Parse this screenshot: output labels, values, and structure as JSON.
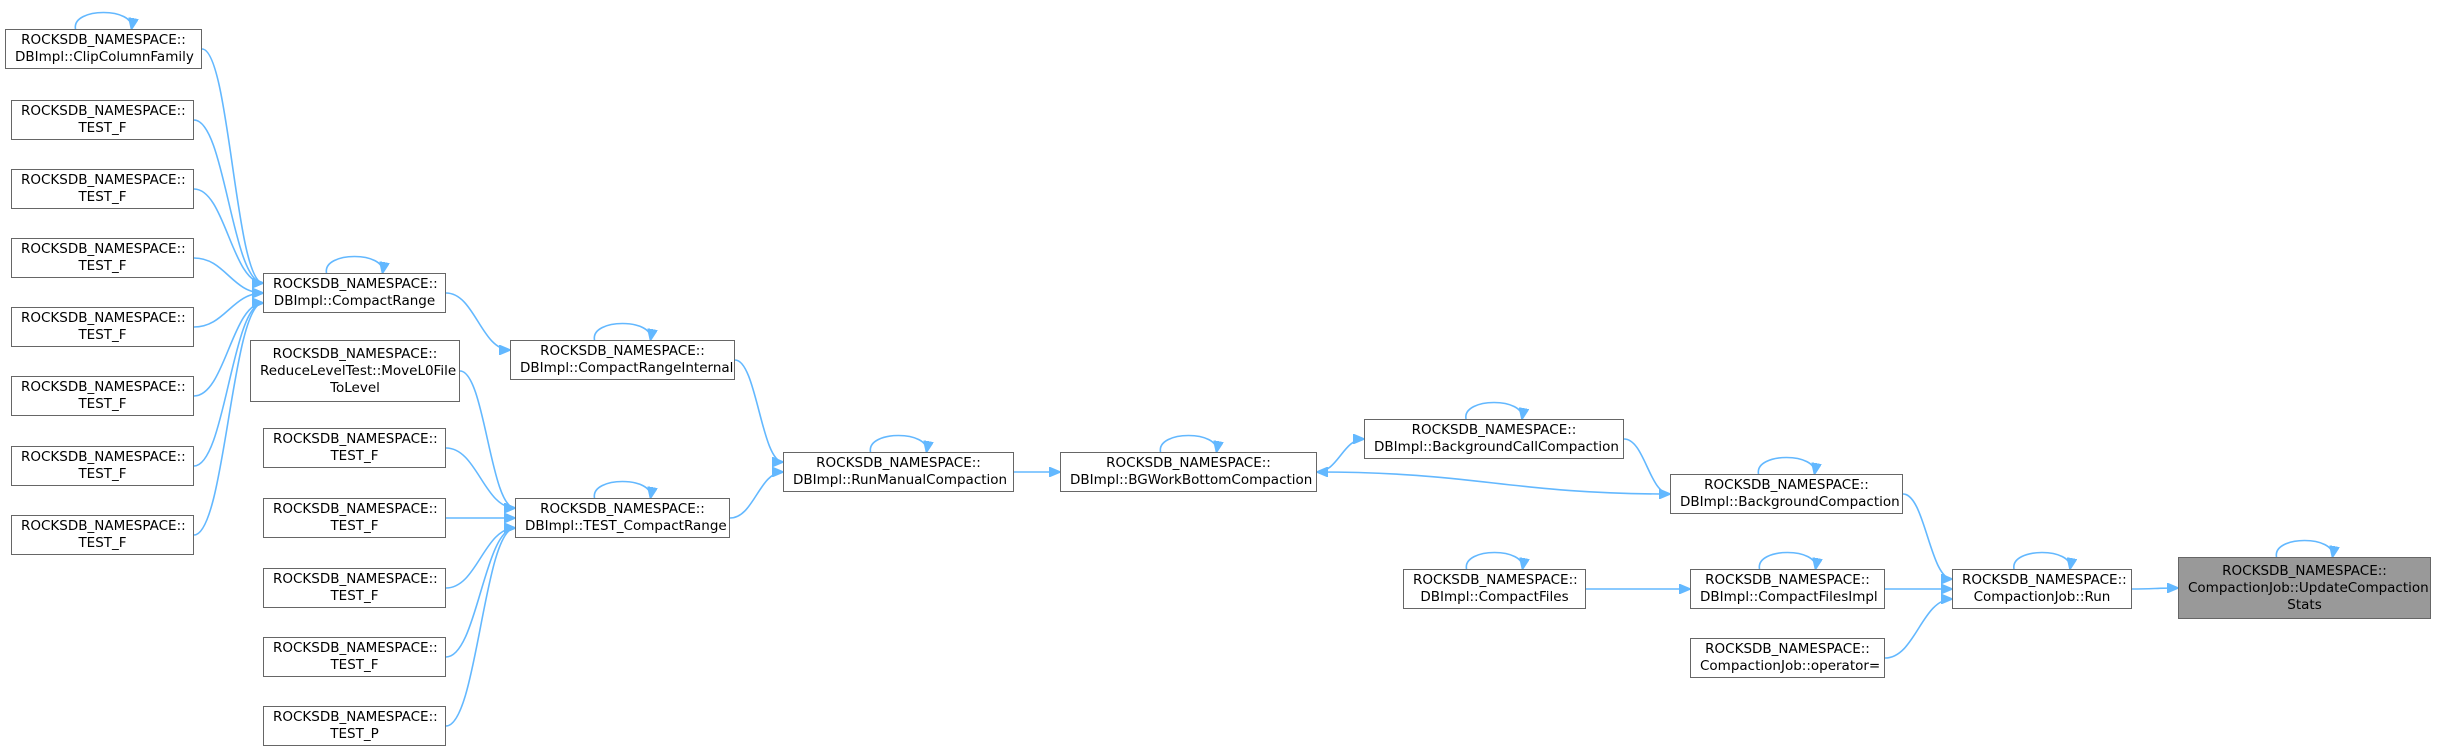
{
  "diagram": {
    "edge_color": "#63b8ff",
    "root_fill": "#999999",
    "border_color": "#666666",
    "nodes": {
      "root": {
        "lines": [
          "ROCKSDB_NAMESPACE::",
          "CompactionJob::UpdateCompaction",
          "Stats"
        ]
      },
      "run": {
        "lines": [
          "ROCKSDB_NAMESPACE::",
          "CompactionJob::Run"
        ]
      },
      "bgc": {
        "lines": [
          "ROCKSDB_NAMESPACE::",
          "DBImpl::BackgroundCompaction"
        ]
      },
      "cfi": {
        "lines": [
          "ROCKSDB_NAMESPACE::",
          "DBImpl::CompactFilesImpl"
        ]
      },
      "opeq": {
        "lines": [
          "ROCKSDB_NAMESPACE::",
          "CompactionJob::operator="
        ]
      },
      "bgcc": {
        "lines": [
          "ROCKSDB_NAMESPACE::",
          "DBImpl::BackgroundCallCompaction"
        ]
      },
      "bgwb": {
        "lines": [
          "ROCKSDB_NAMESPACE::",
          "DBImpl::BGWorkBottomCompaction"
        ]
      },
      "cf": {
        "lines": [
          "ROCKSDB_NAMESPACE::",
          "DBImpl::CompactFiles"
        ]
      },
      "rmc": {
        "lines": [
          "ROCKSDB_NAMESPACE::",
          "DBImpl::RunManualCompaction"
        ]
      },
      "cri": {
        "lines": [
          "ROCKSDB_NAMESPACE::",
          "DBImpl::CompactRangeInternal"
        ]
      },
      "tcr": {
        "lines": [
          "ROCKSDB_NAMESPACE::",
          "DBImpl::TEST_CompactRange"
        ]
      },
      "cr": {
        "lines": [
          "ROCKSDB_NAMESPACE::",
          "DBImpl::CompactRange"
        ]
      },
      "rlt": {
        "lines": [
          "ROCKSDB_NAMESPACE::",
          "ReduceLevelTest::MoveL0File",
          "ToLevel"
        ]
      },
      "tcr_t1": {
        "lines": [
          "ROCKSDB_NAMESPACE::",
          "TEST_F"
        ]
      },
      "tcr_t2": {
        "lines": [
          "ROCKSDB_NAMESPACE::",
          "TEST_F"
        ]
      },
      "tcr_t3": {
        "lines": [
          "ROCKSDB_NAMESPACE::",
          "TEST_F"
        ]
      },
      "tcr_t4": {
        "lines": [
          "ROCKSDB_NAMESPACE::",
          "TEST_F"
        ]
      },
      "tcr_p": {
        "lines": [
          "ROCKSDB_NAMESPACE::",
          "TEST_P"
        ]
      },
      "ccf": {
        "lines": [
          "ROCKSDB_NAMESPACE::",
          "DBImpl::ClipColumnFamily"
        ]
      },
      "cr_t1": {
        "lines": [
          "ROCKSDB_NAMESPACE::",
          "TEST_F"
        ]
      },
      "cr_t2": {
        "lines": [
          "ROCKSDB_NAMESPACE::",
          "TEST_F"
        ]
      },
      "cr_t3": {
        "lines": [
          "ROCKSDB_NAMESPACE::",
          "TEST_F"
        ]
      },
      "cr_t4": {
        "lines": [
          "ROCKSDB_NAMESPACE::",
          "TEST_F"
        ]
      },
      "cr_t5": {
        "lines": [
          "ROCKSDB_NAMESPACE::",
          "TEST_F"
        ]
      },
      "cr_t6": {
        "lines": [
          "ROCKSDB_NAMESPACE::",
          "TEST_F"
        ]
      },
      "cr_t7": {
        "lines": [
          "ROCKSDB_NAMESPACE::",
          "TEST_F"
        ]
      }
    },
    "edges": [
      [
        "run",
        "root"
      ],
      [
        "bgc",
        "run"
      ],
      [
        "cfi",
        "run"
      ],
      [
        "opeq",
        "run"
      ],
      [
        "bgcc",
        "bgc"
      ],
      [
        "bgc",
        "bgwb"
      ],
      [
        "bgwb",
        "bgcc"
      ],
      [
        "cf",
        "cfi"
      ],
      [
        "rmc",
        "bgwb"
      ],
      [
        "cri",
        "rmc"
      ],
      [
        "tcr",
        "rmc"
      ],
      [
        "cr",
        "cri"
      ],
      [
        "rlt",
        "tcr"
      ],
      [
        "tcr_t1",
        "tcr"
      ],
      [
        "tcr_t2",
        "tcr"
      ],
      [
        "tcr_t3",
        "tcr"
      ],
      [
        "tcr_t4",
        "tcr"
      ],
      [
        "tcr_p",
        "tcr"
      ],
      [
        "ccf",
        "cr"
      ],
      [
        "cr_t1",
        "cr"
      ],
      [
        "cr_t2",
        "cr"
      ],
      [
        "cr_t3",
        "cr"
      ],
      [
        "cr_t4",
        "cr"
      ],
      [
        "cr_t5",
        "cr"
      ],
      [
        "cr_t6",
        "cr"
      ],
      [
        "cr_t7",
        "cr"
      ]
    ],
    "self_loops": [
      "root",
      "run",
      "bgc",
      "cfi",
      "bgcc",
      "bgwb",
      "cf",
      "rmc",
      "cri",
      "tcr",
      "cr",
      "ccf"
    ]
  }
}
